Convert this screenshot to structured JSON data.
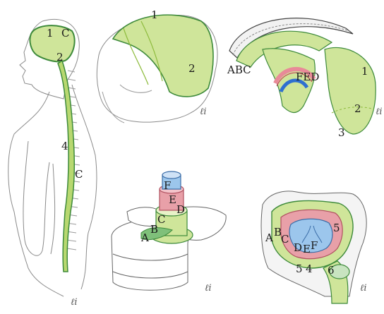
{
  "colors": {
    "dura_green": "#cfe59a",
    "dura_green_dark": "#8dbb3c",
    "line_green": "#3d8a3a",
    "arachnoid_red": "#e8a0a8",
    "pia_blue": "#9cc6ec",
    "pia_blue_dark": "#2f6fd0",
    "bone": "#ffffff",
    "bone_line": "#777777"
  },
  "panels": [
    {
      "id": "spine-body-view",
      "labels": [
        "1",
        "C",
        "2",
        "4",
        "C"
      ],
      "signature": "ℓi"
    },
    {
      "id": "skull-dura-view",
      "labels": [
        "1",
        "2"
      ],
      "signature": "ℓi"
    },
    {
      "id": "meninges-layers-view",
      "labels": [
        "ABC",
        "FED",
        "1",
        "2",
        "3"
      ],
      "signature": "ℓi"
    },
    {
      "id": "vertebra-layers-view",
      "labels": [
        "F",
        "E",
        "D",
        "C",
        "B",
        "A"
      ],
      "signature": "ℓi"
    },
    {
      "id": "spinal-canal-section-view",
      "labels": [
        "A",
        "B",
        "C",
        "D",
        "E",
        "F",
        "5",
        "5",
        "4",
        "6"
      ],
      "signature": "ℓi"
    }
  ]
}
